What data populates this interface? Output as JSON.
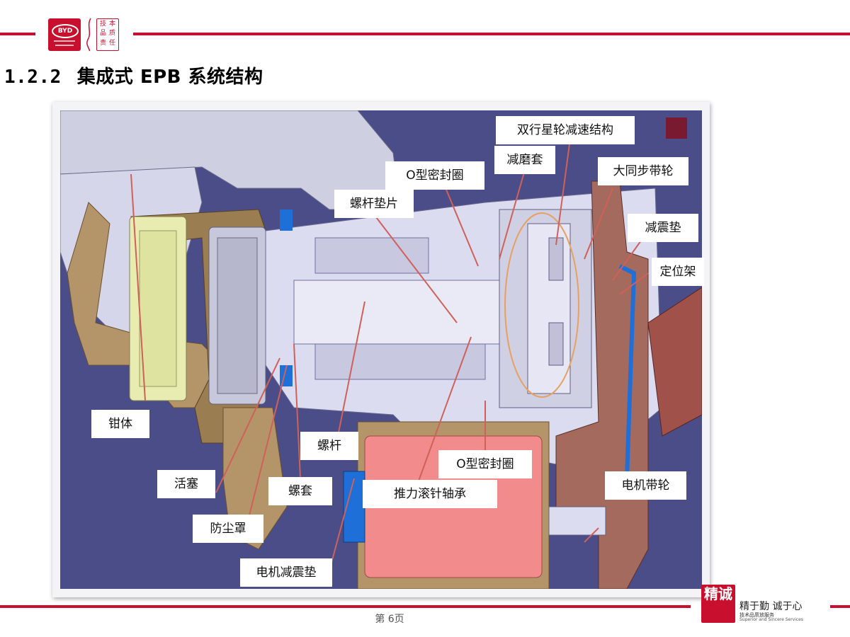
{
  "header": {
    "logo_text": "BYD",
    "seal_chars": [
      "技",
      "本",
      "品",
      "质",
      "责",
      "任"
    ]
  },
  "slide": {
    "title_number": "1.2.2",
    "title_text": "集成式 EPB 系统结构"
  },
  "labels": {
    "qianti": "钳体",
    "huosai": "活塞",
    "fangchenzhao": "防尘罩",
    "dianji_jianzhendian": "电机减震垫",
    "luotao": "螺套",
    "luogan": "螺杆",
    "tuili_zhouchen": "推力滚针轴承",
    "o_ring_bottom": "O型密封圈",
    "dianji_dailun": "电机带轮",
    "luogan_dianpian": "螺杆垫片",
    "o_ring_top": "O型密封圈",
    "jianmotao": "减磨套",
    "shuanghangxing": "双行星轮减速结构",
    "datongbu": "大同步带轮",
    "jianzhendian": "减震垫",
    "dingweijia": "定位架"
  },
  "colors": {
    "accent_red": "#c8102e",
    "diagram_bg": "#4a4d87",
    "housing": "#dcdcf0",
    "caliper": "#b4956a",
    "motor": "#f28c8c",
    "seal_blue": "#1e6fd8",
    "piston_yellow": "#e8ecb0",
    "highlight_orange": "#e8a060"
  },
  "footer": {
    "page_label": "第 6页",
    "logo_char": "精诚",
    "motto": "精于勤 诚于心",
    "motto_sub": "技术品质放服务",
    "motto_en": "Superior and Sincere Services"
  }
}
